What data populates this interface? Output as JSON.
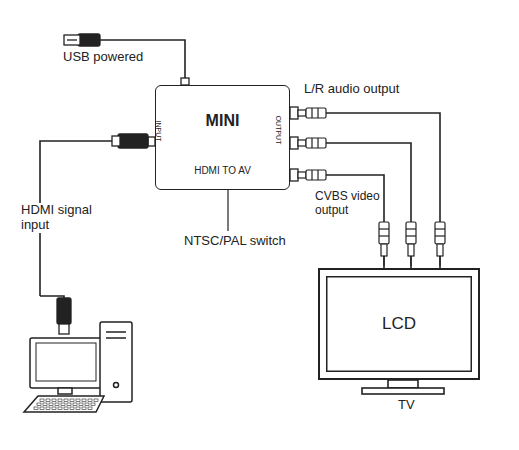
{
  "diagram": {
    "nodes": [
      {
        "text": [
          "MINI",
          "HDMI TO AV"
        ]
      },
      {
        "text": [
          "LCD"
        ]
      }
    ],
    "edges": [
      {
        "from": 0,
        "to": 1,
        "arrow": "none"
      },
      {
        "from": 0,
        "to": 1,
        "arrow": "none"
      },
      {
        "from": 0,
        "to": 1,
        "arrow": "none"
      }
    ],
    "labels": [
      "USB powered",
      "HDMI signal input",
      "L/R audio output",
      "CVBS video output",
      "NTSC/PAL switch",
      "INPUT",
      "OUTPUT",
      "TV"
    ]
  }
}
